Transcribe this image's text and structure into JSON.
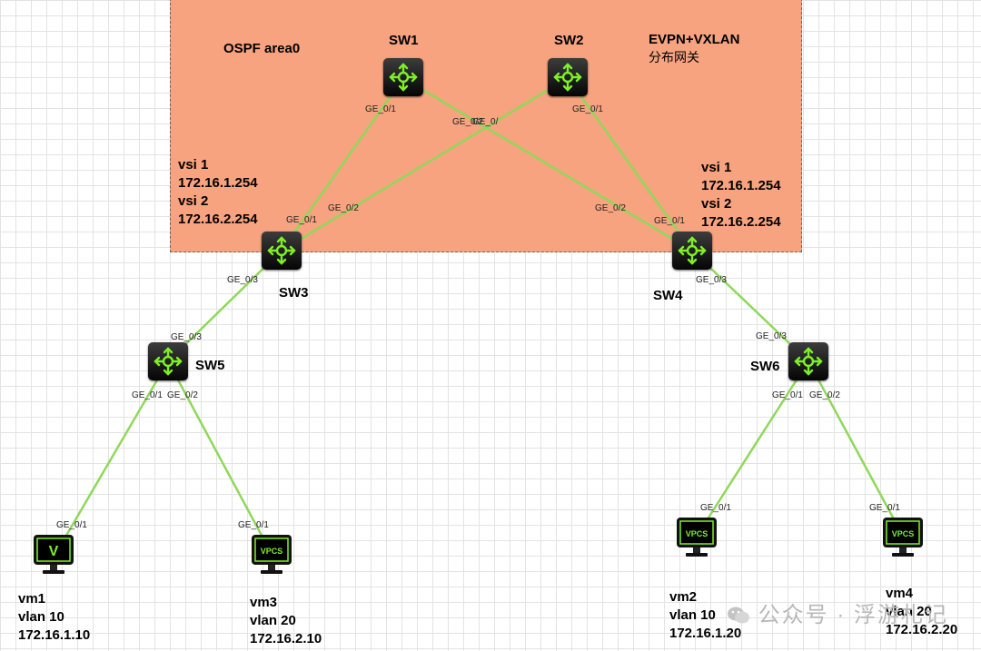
{
  "area": {
    "ospf_label": "OSPF area0",
    "evpn_label": "EVPN+VXLAN",
    "gateway_label": "分布网关"
  },
  "nodes": {
    "sw1": "SW1",
    "sw2": "SW2",
    "sw3": "SW3",
    "sw4": "SW4",
    "sw5": "SW5",
    "sw6": "SW6"
  },
  "vsi_left": [
    "vsi  1",
    "172.16.1.254",
    "vsi 2",
    "172.16.2.254"
  ],
  "vsi_right": [
    "vsi  1",
    "172.16.1.254",
    "vsi 2",
    "172.16.2.254"
  ],
  "ports": {
    "sw1_ge01": "GE_0/1",
    "sw1_ge02_overlap": "GE_0/2",
    "sw2_ge02_overlap": "GE_0/",
    "sw2_ge01": "GE_0/1",
    "sw3_ge01": "GE_0/1",
    "sw3_ge02": "GE_0/2",
    "sw3_ge03": "GE_0/3",
    "sw4_ge02": "GE_0/2",
    "sw4_ge01": "GE_0/1",
    "sw4_ge03": "GE_0/3",
    "sw5_ge03": "GE_0/3",
    "sw5_ge01": "GE_0/1",
    "sw5_ge02": "GE_0/2",
    "sw6_ge03": "GE_0/3",
    "sw6_ge01": "GE_0/1",
    "sw6_ge02": "GE_0/2",
    "vm1_ge01": "GE_0/1",
    "vm3_ge01": "GE_0/1",
    "vm2_ge01": "GE_0/1",
    "vm4_ge01": "GE_0/1"
  },
  "vms": {
    "vm1": [
      "vm1",
      "vlan 10",
      "172.16.1.10"
    ],
    "vm3": [
      "vm3",
      "vlan 20",
      "172.16.2.10"
    ],
    "vm2": [
      "vm2",
      "vlan 10",
      "172.16.1.20"
    ],
    "vm4": [
      "vm4",
      "vlan 20",
      "172.16.2.20"
    ]
  },
  "pc_glyphs": {
    "vm1": "V",
    "vpcs": "VPCS"
  },
  "watermark": "公众号 · 浮游札记",
  "colors": {
    "area_fill": "#f7a37f",
    "link": "#8fd85a",
    "icon_green": "#7ef025"
  },
  "icons": {
    "switch": "router-switch-icon",
    "pc": "monitor-icon"
  }
}
